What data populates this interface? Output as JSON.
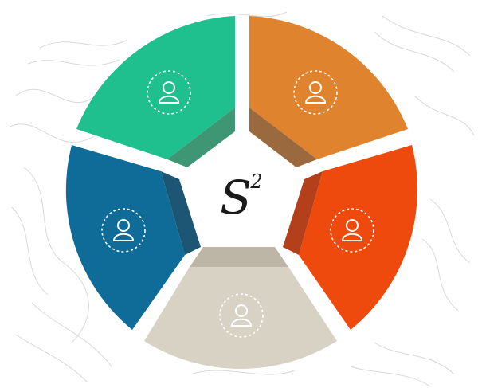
{
  "logo": {
    "letter": "S",
    "exponent": "2",
    "color": "#1a1a1a"
  },
  "background": {
    "contour_color": "#d9d9d9"
  },
  "segments": [
    {
      "id": "top-left",
      "color": "#1fbf8e",
      "shade": "#3f9674",
      "icon": "user-icon"
    },
    {
      "id": "top-right",
      "color": "#e0832f",
      "shade": "#9a6a3e",
      "icon": "user-icon"
    },
    {
      "id": "right",
      "color": "#ee4a0d",
      "shade": "#b3401b",
      "icon": "user-icon"
    },
    {
      "id": "bottom",
      "color": "#d8d2c4",
      "shade": "#bdb5a6",
      "icon": "user-icon"
    },
    {
      "id": "left",
      "color": "#0f6c99",
      "shade": "#1c5674",
      "icon": "user-icon"
    }
  ]
}
